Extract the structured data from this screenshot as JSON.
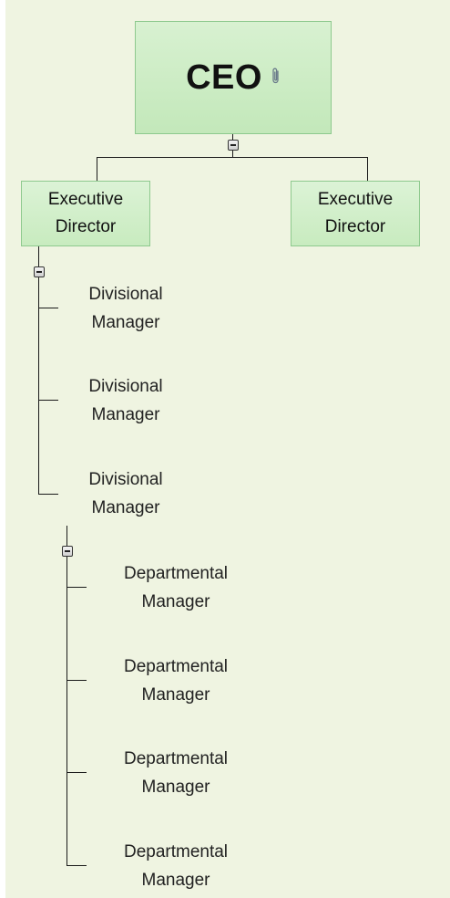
{
  "ceo": {
    "label": "CEO"
  },
  "executives": [
    {
      "label": "Executive\nDirector"
    },
    {
      "label": "Executive\nDirector"
    }
  ],
  "divisional_managers": [
    {
      "label": "Divisional\nManager"
    },
    {
      "label": "Divisional\nManager"
    },
    {
      "label": "Divisional\nManager"
    }
  ],
  "departmental_managers": [
    {
      "label": "Departmental\nManager"
    },
    {
      "label": "Departmental\nManager"
    },
    {
      "label": "Departmental\nManager"
    },
    {
      "label": "Departmental\nManager"
    }
  ],
  "colors": {
    "background": "#eff4e1",
    "node_fill": "#c8ebbf",
    "node_border": "#8ec98e",
    "connector": "#1a1a1a"
  },
  "icons": {
    "attachment": "paperclip-icon",
    "collapse": "minus-box-icon"
  }
}
